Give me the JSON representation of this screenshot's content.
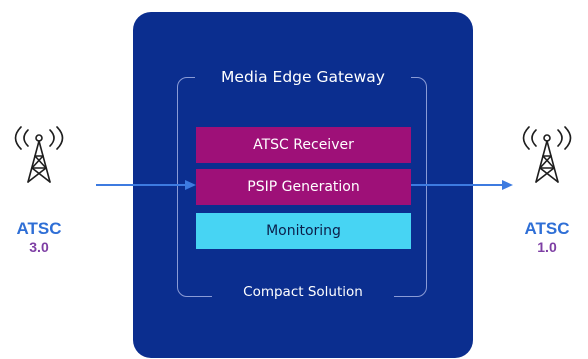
{
  "gateway": {
    "title": "Media Edge Gateway",
    "footer": "Compact Solution",
    "blocks": [
      {
        "label": "ATSC Receiver",
        "color": "#9e1078"
      },
      {
        "label": "PSIP Generation",
        "color": "#9e1078"
      },
      {
        "label": "Monitoring",
        "color": "#47d4f3"
      }
    ],
    "panel_color": "#0b2e8f"
  },
  "left_station": {
    "icon": "broadcast-tower-icon",
    "name": "ATSC",
    "version": "3.0"
  },
  "right_station": {
    "icon": "broadcast-tower-icon",
    "name": "ATSC",
    "version": "1.0"
  },
  "colors": {
    "arrow": "#3d7be0",
    "atsc_text": "#2f6fd6",
    "version_text": "#7e3fa4"
  }
}
